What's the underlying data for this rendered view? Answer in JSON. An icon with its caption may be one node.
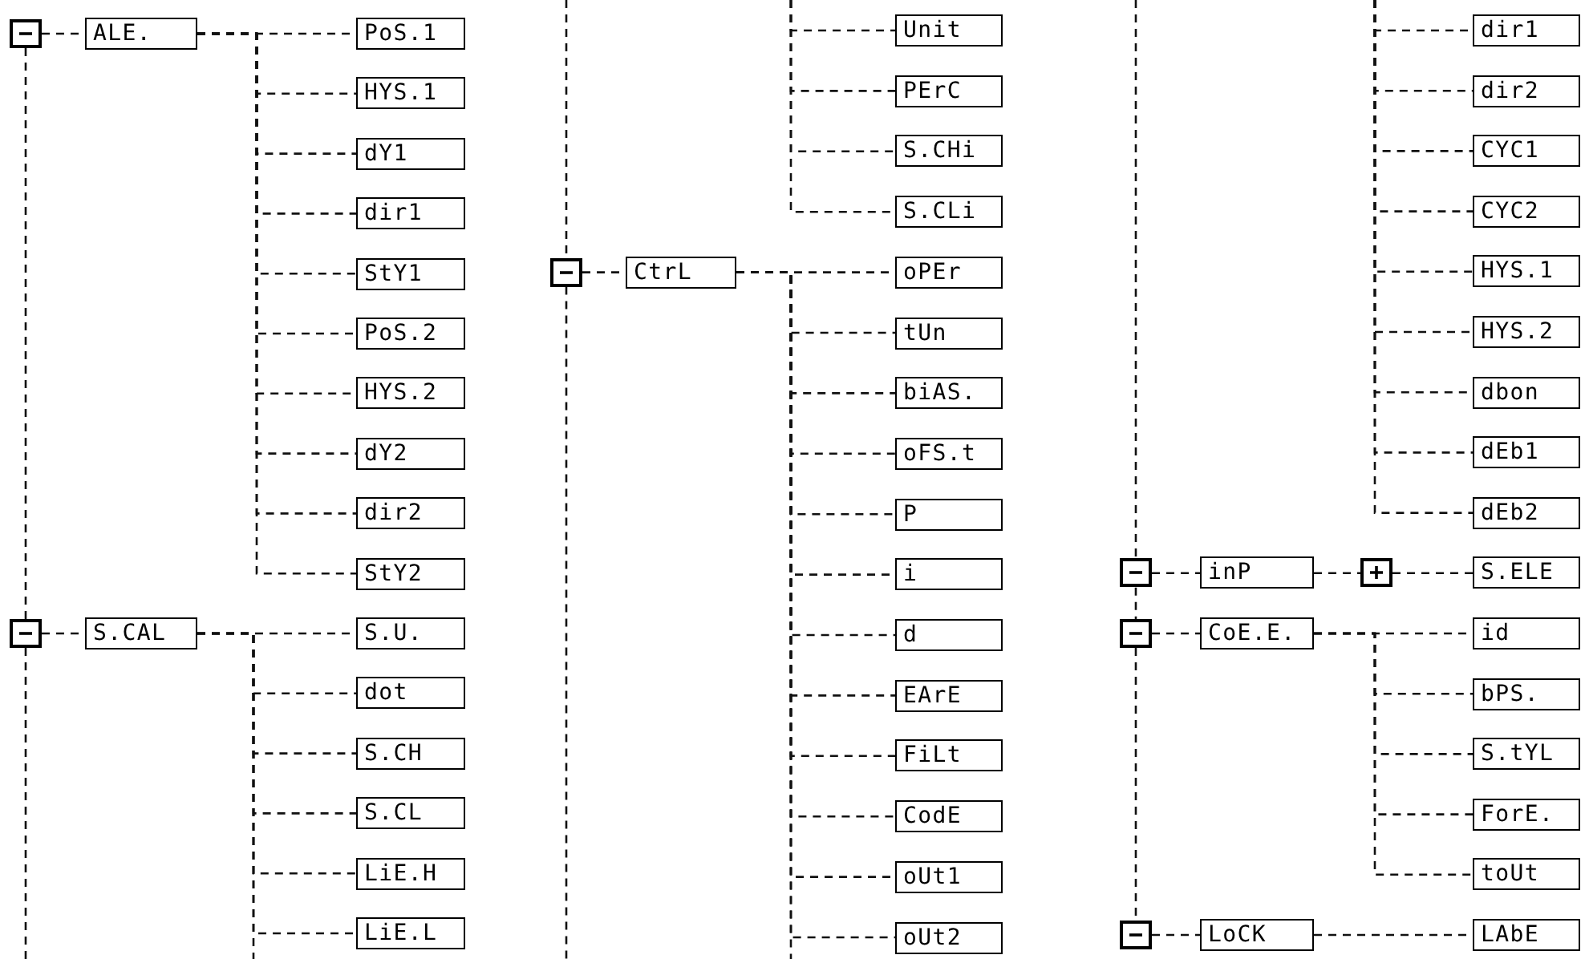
{
  "diagram": {
    "nodes": [
      {
        "text": [],
        "shape": "box"
      },
      {
        "text": [
          "ALE."
        ]
      },
      {
        "text": [
          "PoS.1"
        ]
      },
      {
        "text": [
          "HYS.1"
        ]
      },
      {
        "text": [
          "dY1"
        ]
      },
      {
        "text": [
          "dir1"
        ]
      },
      {
        "text": [
          "StY1"
        ]
      },
      {
        "text": [
          "PoS.2"
        ]
      },
      {
        "text": [
          "HYS.2"
        ]
      },
      {
        "text": [
          "dY2"
        ]
      },
      {
        "text": [
          "dir2"
        ]
      },
      {
        "text": [
          "StY2"
        ]
      },
      {
        "text": [],
        "shape": "box"
      },
      {
        "text": [
          "S.CAL"
        ]
      },
      {
        "text": [
          "S.U."
        ]
      },
      {
        "text": [
          "dot"
        ]
      },
      {
        "text": [
          "S.CH"
        ]
      },
      {
        "text": [
          "S.CL"
        ]
      },
      {
        "text": [
          "LiE.H"
        ]
      },
      {
        "text": [
          "LiE.L"
        ]
      },
      {
        "text": [
          "Unit"
        ]
      },
      {
        "text": [
          "PErC"
        ]
      },
      {
        "text": [
          "S.CHi"
        ]
      },
      {
        "text": [
          "S.CLi"
        ]
      },
      {
        "text": [],
        "shape": "box"
      },
      {
        "text": [
          "CtrL"
        ]
      },
      {
        "text": [
          "oPEr"
        ]
      },
      {
        "text": [
          "tUn"
        ]
      },
      {
        "text": [
          "biAS."
        ]
      },
      {
        "text": [
          "oFS.t"
        ]
      },
      {
        "text": [
          "P"
        ]
      },
      {
        "text": [
          "i"
        ]
      },
      {
        "text": [
          "d"
        ]
      },
      {
        "text": [
          "EArE"
        ]
      },
      {
        "text": [
          "FiLt"
        ]
      },
      {
        "text": [
          "CodE"
        ]
      },
      {
        "text": [
          "oUt1"
        ]
      },
      {
        "text": [
          "oUt2"
        ]
      },
      {
        "text": [
          "dir1"
        ]
      },
      {
        "text": [
          "dir2"
        ]
      },
      {
        "text": [
          "CYC1"
        ]
      },
      {
        "text": [
          "CYC2"
        ]
      },
      {
        "text": [
          "HYS.1"
        ]
      },
      {
        "text": [
          "HYS.2"
        ]
      },
      {
        "text": [
          "dbon"
        ]
      },
      {
        "text": [
          "dEb1"
        ]
      },
      {
        "text": [
          "dEb2"
        ]
      },
      {
        "text": [],
        "shape": "box"
      },
      {
        "text": [
          "inP"
        ]
      },
      {
        "text": [],
        "shape": "box"
      },
      {
        "text": [
          "S.ELE"
        ]
      },
      {
        "text": [],
        "shape": "box"
      },
      {
        "text": [
          "CoE.E."
        ]
      },
      {
        "text": [
          "id"
        ]
      },
      {
        "text": [
          "bPS."
        ]
      },
      {
        "text": [
          "S.tYL"
        ]
      },
      {
        "text": [
          "ForE."
        ]
      },
      {
        "text": [
          "toUt"
        ]
      },
      {
        "text": [],
        "shape": "box"
      },
      {
        "text": [
          "LoCK"
        ]
      },
      {
        "text": [
          "LAbE"
        ]
      }
    ],
    "edges": [
      {
        "from": 0,
        "to": 12,
        "arrow": "none"
      },
      {
        "from": 12,
        "to": null,
        "arrow": "none"
      },
      {
        "from": 0,
        "to": 1,
        "arrow": "none"
      },
      {
        "from": 1,
        "to": 2,
        "arrow": "none"
      },
      {
        "from": 1,
        "to": 3,
        "arrow": "none"
      },
      {
        "from": 1,
        "to": 4,
        "arrow": "none"
      },
      {
        "from": 1,
        "to": 5,
        "arrow": "none"
      },
      {
        "from": 1,
        "to": 6,
        "arrow": "none"
      },
      {
        "from": 1,
        "to": 7,
        "arrow": "none"
      },
      {
        "from": 1,
        "to": 8,
        "arrow": "none"
      },
      {
        "from": 1,
        "to": 9,
        "arrow": "none"
      },
      {
        "from": 1,
        "to": 10,
        "arrow": "none"
      },
      {
        "from": 1,
        "to": 11,
        "arrow": "none"
      },
      {
        "from": 12,
        "to": 13,
        "arrow": "none"
      },
      {
        "from": 13,
        "to": 14,
        "arrow": "none"
      },
      {
        "from": 13,
        "to": 15,
        "arrow": "none"
      },
      {
        "from": 13,
        "to": 16,
        "arrow": "none"
      },
      {
        "from": 13,
        "to": 17,
        "arrow": "none"
      },
      {
        "from": 13,
        "to": 18,
        "arrow": "none"
      },
      {
        "from": 13,
        "to": 19,
        "arrow": "none"
      },
      {
        "from": 13,
        "to": null,
        "arrow": "none"
      },
      {
        "from": null,
        "to": 20,
        "arrow": "none"
      },
      {
        "from": null,
        "to": 21,
        "arrow": "none"
      },
      {
        "from": null,
        "to": 22,
        "arrow": "none"
      },
      {
        "from": null,
        "to": 23,
        "arrow": "none"
      },
      {
        "from": null,
        "to": 24,
        "arrow": "none"
      },
      {
        "from": 24,
        "to": null,
        "arrow": "none"
      },
      {
        "from": 24,
        "to": 25,
        "arrow": "none"
      },
      {
        "from": 25,
        "to": 26,
        "arrow": "none"
      },
      {
        "from": 25,
        "to": 27,
        "arrow": "none"
      },
      {
        "from": 25,
        "to": 28,
        "arrow": "none"
      },
      {
        "from": 25,
        "to": 29,
        "arrow": "none"
      },
      {
        "from": 25,
        "to": 30,
        "arrow": "none"
      },
      {
        "from": 25,
        "to": 31,
        "arrow": "none"
      },
      {
        "from": 25,
        "to": 32,
        "arrow": "none"
      },
      {
        "from": 25,
        "to": 33,
        "arrow": "none"
      },
      {
        "from": 25,
        "to": 34,
        "arrow": "none"
      },
      {
        "from": 25,
        "to": 35,
        "arrow": "none"
      },
      {
        "from": 25,
        "to": 36,
        "arrow": "none"
      },
      {
        "from": 25,
        "to": 37,
        "arrow": "none"
      },
      {
        "from": 25,
        "to": null,
        "arrow": "none"
      },
      {
        "from": null,
        "to": 38,
        "arrow": "none"
      },
      {
        "from": null,
        "to": 39,
        "arrow": "none"
      },
      {
        "from": null,
        "to": 40,
        "arrow": "none"
      },
      {
        "from": null,
        "to": 41,
        "arrow": "none"
      },
      {
        "from": null,
        "to": 42,
        "arrow": "none"
      },
      {
        "from": null,
        "to": 43,
        "arrow": "none"
      },
      {
        "from": null,
        "to": 44,
        "arrow": "none"
      },
      {
        "from": null,
        "to": 45,
        "arrow": "none"
      },
      {
        "from": null,
        "to": 46,
        "arrow": "none"
      },
      {
        "from": null,
        "to": 47,
        "arrow": "none"
      },
      {
        "from": 47,
        "to": 51,
        "arrow": "none"
      },
      {
        "from": 51,
        "to": 58,
        "arrow": "none"
      },
      {
        "from": 47,
        "to": 48,
        "arrow": "none"
      },
      {
        "from": 48,
        "to": 49,
        "arrow": "none"
      },
      {
        "from": 49,
        "to": 50,
        "arrow": "none"
      },
      {
        "from": 51,
        "to": 52,
        "arrow": "none"
      },
      {
        "from": 52,
        "to": 53,
        "arrow": "none"
      },
      {
        "from": 52,
        "to": 54,
        "arrow": "none"
      },
      {
        "from": 52,
        "to": 55,
        "arrow": "none"
      },
      {
        "from": 52,
        "to": 56,
        "arrow": "none"
      },
      {
        "from": 52,
        "to": 57,
        "arrow": "none"
      },
      {
        "from": 58,
        "to": 59,
        "arrow": "none"
      },
      {
        "from": 59,
        "to": 60,
        "arrow": "none"
      }
    ]
  }
}
